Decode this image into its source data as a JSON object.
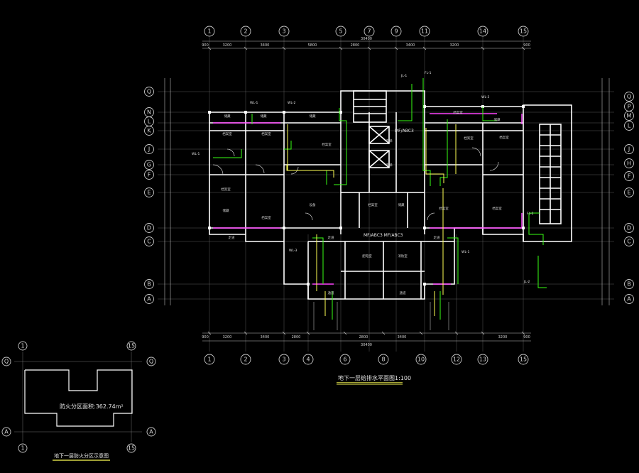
{
  "drawing": {
    "title": "地下一层给排水平面图1:100",
    "inset_title": "地下一层防火分区示意图",
    "inset_area_label": "防火分区面积:362.74m²"
  },
  "plan_axes": {
    "columns": [
      "1",
      "2",
      "3",
      "5",
      "7",
      "9",
      "11",
      "14",
      "15"
    ],
    "columns_bottom": [
      "1",
      "2",
      "3",
      "4",
      "6",
      "8",
      "10",
      "12",
      "13",
      "15"
    ],
    "rows_left": [
      "Q",
      "N",
      "L",
      "K",
      "J",
      "G",
      "F",
      "E",
      "D",
      "C",
      "B",
      "A"
    ],
    "rows_right": [
      "Q",
      "P",
      "M",
      "L",
      "J",
      "H",
      "F",
      "E",
      "D",
      "C",
      "B",
      "A"
    ]
  },
  "dimensions": {
    "overall": "30400",
    "top": [
      "900",
      "3200",
      "3400",
      "5800",
      "2800",
      "3400",
      "3200",
      "900"
    ],
    "bottom": [
      "900",
      "3200",
      "3400",
      "2800",
      "2800",
      "3400",
      "3200",
      "900"
    ]
  },
  "annotations": {
    "center_tag_1": "MF/ABC3",
    "center_tag_2": "MF/ABC3 MF/ABC3"
  },
  "inset_axes": {
    "top": [
      "1",
      "15"
    ],
    "bottom": [
      "1",
      "15"
    ],
    "left": [
      "Q",
      "A"
    ],
    "right": [
      "Q",
      "A"
    ]
  },
  "colors": {
    "background": "#000000",
    "wall": "#ffffff",
    "axis": "#c8c8c8",
    "pipe_green": "#39ff14",
    "pipe_yellow": "#ffff55",
    "accent_magenta": "#ff44ff",
    "title_underline": "#ffff55"
  }
}
